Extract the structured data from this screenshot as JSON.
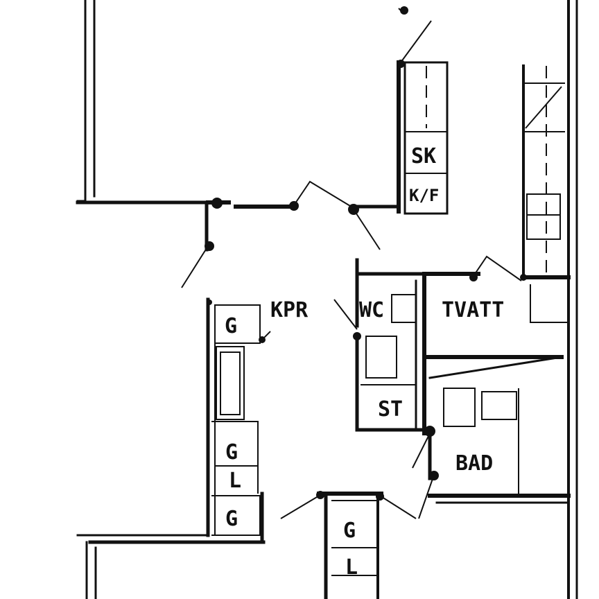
{
  "plan": {
    "rooms": {
      "kpr": "KPR",
      "wc": "WC",
      "tvatt": "TVATT",
      "bad": "BAD",
      "st": "ST"
    },
    "fixtures": {
      "sk": "SK",
      "kf": "K/F",
      "g1": "G",
      "g2": "G",
      "l1": "L",
      "g3": "G",
      "g4": "G",
      "l2": "L"
    },
    "colors": {
      "ink": "#111111",
      "paper": "#ffffff"
    }
  }
}
